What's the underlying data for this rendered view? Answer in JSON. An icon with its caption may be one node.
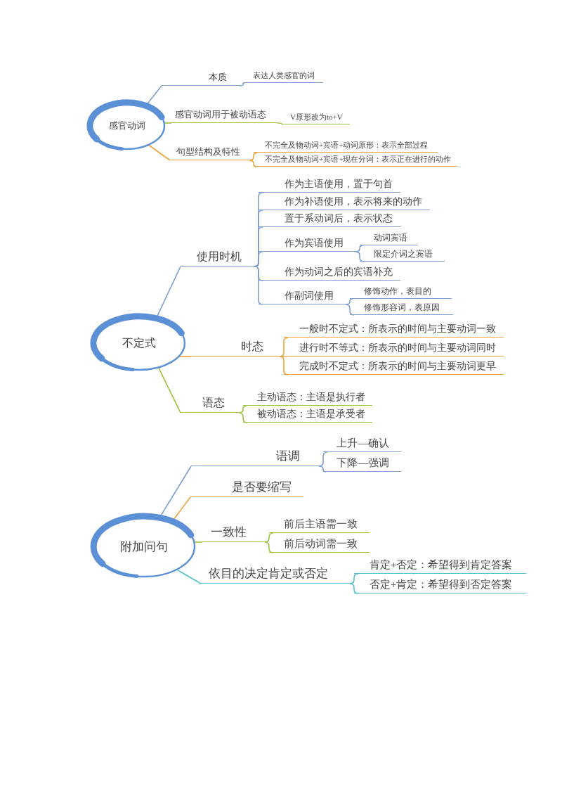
{
  "diagram": {
    "nodes": [
      {
        "text": [
          "感官动词"
        ]
      },
      {
        "text": [
          "本质"
        ]
      },
      {
        "text": [
          "表达人类感官的词"
        ]
      },
      {
        "text": [
          "感官动词用于被动语态"
        ]
      },
      {
        "text": [
          "V原形改为to+V"
        ]
      },
      {
        "text": [
          "句型结构及特性"
        ]
      },
      {
        "text": [
          "不完全及物动词+宾语+动词原形：表示全部过程"
        ]
      },
      {
        "text": [
          "不完全及物动词+宾语+现在分词：表示正在进行的动作"
        ]
      },
      {
        "text": [
          "不定式"
        ]
      },
      {
        "text": [
          "使用时机"
        ]
      },
      {
        "text": [
          "作为主语使用，置于句首"
        ]
      },
      {
        "text": [
          "作为补语使用，表示将来的动作"
        ]
      },
      {
        "text": [
          "置于系动词后，表示状态"
        ]
      },
      {
        "text": [
          "作为宾语使用"
        ]
      },
      {
        "text": [
          "动词宾语"
        ]
      },
      {
        "text": [
          "限定介词之宾语"
        ]
      },
      {
        "text": [
          "作为动词之后的宾语补充"
        ]
      },
      {
        "text": [
          "作副词使用"
        ]
      },
      {
        "text": [
          "修饰动作，表目的"
        ]
      },
      {
        "text": [
          "修饰形容词，表原因"
        ]
      },
      {
        "text": [
          "时态"
        ]
      },
      {
        "text": [
          "一般时不定式：所表示的时间与主要动词一致"
        ]
      },
      {
        "text": [
          "进行时不等式：所表示的时间与主要动词同时"
        ]
      },
      {
        "text": [
          "完成时不定式：所表示的时间与主要动词更早"
        ]
      },
      {
        "text": [
          "语态"
        ]
      },
      {
        "text": [
          "主动语态：主语是执行者"
        ]
      },
      {
        "text": [
          "被动语态：主语是承受者"
        ]
      },
      {
        "text": [
          "附加问句"
        ]
      },
      {
        "text": [
          "语调"
        ]
      },
      {
        "text": [
          "上升—确认"
        ]
      },
      {
        "text": [
          "下降—强调"
        ]
      },
      {
        "text": [
          "是否要缩写"
        ]
      },
      {
        "text": [
          "一致性"
        ]
      },
      {
        "text": [
          "前后主语需一致"
        ]
      },
      {
        "text": [
          "前后动词需一致"
        ]
      },
      {
        "text": [
          "依目的决定肯定或否定"
        ]
      },
      {
        "text": [
          "肯定+否定：希望得到肯定答案"
        ]
      },
      {
        "text": [
          "否定+肯定：希望得到否定答案"
        ]
      }
    ],
    "edges": [
      {
        "from": 0,
        "to": 1,
        "arrow": "none"
      },
      {
        "from": 1,
        "to": 2,
        "arrow": "none"
      },
      {
        "from": 0,
        "to": 3,
        "arrow": "none",
        "color": "#9cc43c"
      },
      {
        "from": 3,
        "to": 4,
        "arrow": "none",
        "color": "#9cc43c"
      },
      {
        "from": 0,
        "to": 5,
        "arrow": "none",
        "color": "#eea338"
      },
      {
        "from": 5,
        "to": 6,
        "arrow": "none",
        "color": "#eea338"
      },
      {
        "from": 5,
        "to": 7,
        "arrow": "none",
        "color": "#eea338"
      },
      {
        "from": 8,
        "to": 9,
        "arrow": "none"
      },
      {
        "from": 9,
        "to": 10,
        "arrow": "none"
      },
      {
        "from": 9,
        "to": 11,
        "arrow": "none"
      },
      {
        "from": 9,
        "to": 12,
        "arrow": "none"
      },
      {
        "from": 9,
        "to": 13,
        "arrow": "none"
      },
      {
        "from": 13,
        "to": 14,
        "arrow": "none"
      },
      {
        "from": 13,
        "to": 15,
        "arrow": "none"
      },
      {
        "from": 9,
        "to": 16,
        "arrow": "none"
      },
      {
        "from": 9,
        "to": 17,
        "arrow": "none"
      },
      {
        "from": 17,
        "to": 18,
        "arrow": "none"
      },
      {
        "from": 17,
        "to": 19,
        "arrow": "none"
      },
      {
        "from": 8,
        "to": 20,
        "arrow": "none",
        "color": "#eea338"
      },
      {
        "from": 20,
        "to": 21,
        "arrow": "none",
        "color": "#eea338"
      },
      {
        "from": 20,
        "to": 22,
        "arrow": "none",
        "color": "#eea338"
      },
      {
        "from": 20,
        "to": 23,
        "arrow": "none",
        "color": "#eea338"
      },
      {
        "from": 8,
        "to": 24,
        "arrow": "none",
        "color": "#9cc43c"
      },
      {
        "from": 24,
        "to": 25,
        "arrow": "none",
        "color": "#9cc43c"
      },
      {
        "from": 24,
        "to": 26,
        "arrow": "none",
        "color": "#9cc43c"
      },
      {
        "from": 27,
        "to": 28,
        "arrow": "none"
      },
      {
        "from": 28,
        "to": 29,
        "arrow": "none"
      },
      {
        "from": 28,
        "to": 30,
        "arrow": "none"
      },
      {
        "from": 27,
        "to": 31,
        "arrow": "none",
        "color": "#eea338"
      },
      {
        "from": 27,
        "to": 32,
        "arrow": "none",
        "color": "#9cc43c"
      },
      {
        "from": 32,
        "to": 33,
        "arrow": "none",
        "color": "#9cc43c"
      },
      {
        "from": 32,
        "to": 34,
        "arrow": "none",
        "color": "#9cc43c"
      },
      {
        "from": 27,
        "to": 35,
        "arrow": "none",
        "color": "#4ec2cd"
      },
      {
        "from": 35,
        "to": 36,
        "arrow": "none",
        "color": "#4ec2cd"
      },
      {
        "from": 35,
        "to": 37,
        "arrow": "none",
        "color": "#4ec2cd"
      }
    ]
  }
}
